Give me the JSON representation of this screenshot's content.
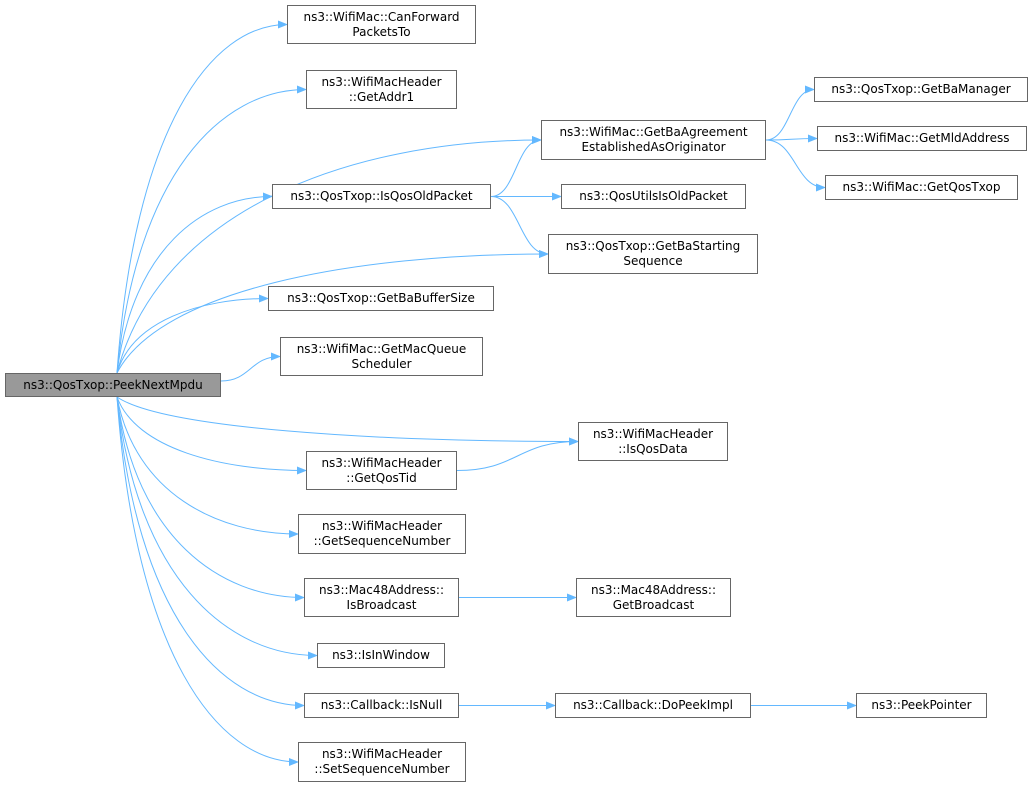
{
  "colors": {
    "edge": "#63b8ff",
    "node_border": "#666666",
    "root_fill": "#999999"
  },
  "nodes": {
    "peek_next_mpdu": [
      "ns3::QosTxop::PeekNextMpdu"
    ],
    "can_forward": [
      "ns3::WifiMac::CanForward",
      "PacketsTo"
    ],
    "get_addr1": [
      "ns3::WifiMacHeader",
      "::GetAddr1"
    ],
    "get_ba_agreement": [
      "ns3::WifiMac::GetBaAgreement",
      "EstablishedAsOriginator"
    ],
    "get_ba_manager": [
      "ns3::QosTxop::GetBaManager"
    ],
    "get_mld_address": [
      "ns3::WifiMac::GetMldAddress"
    ],
    "get_qos_txop": [
      "ns3::WifiMac::GetQosTxop"
    ],
    "is_qos_old_packet": [
      "ns3::QosTxop::IsQosOldPacket"
    ],
    "qos_utils_is_old": [
      "ns3::QosUtilsIsOldPacket"
    ],
    "get_ba_starting": [
      "ns3::QosTxop::GetBaStarting",
      "Sequence"
    ],
    "get_ba_buffer_size": [
      "ns3::QosTxop::GetBaBufferSize"
    ],
    "get_mac_queue": [
      "ns3::WifiMac::GetMacQueue",
      "Scheduler"
    ],
    "is_qos_data": [
      "ns3::WifiMacHeader",
      "::IsQosData"
    ],
    "get_qos_tid": [
      "ns3::WifiMacHeader",
      "::GetQosTid"
    ],
    "get_sequence_number": [
      "ns3::WifiMacHeader",
      "::GetSequenceNumber"
    ],
    "is_broadcast": [
      "ns3::Mac48Address::",
      "IsBroadcast"
    ],
    "get_broadcast": [
      "ns3::Mac48Address::",
      "GetBroadcast"
    ],
    "is_in_window": [
      "ns3::IsInWindow"
    ],
    "callback_is_null": [
      "ns3::Callback::IsNull"
    ],
    "callback_do_peek": [
      "ns3::Callback::DoPeekImpl"
    ],
    "peek_pointer": [
      "ns3::PeekPointer"
    ],
    "set_sequence_number": [
      "ns3::WifiMacHeader",
      "::SetSequenceNumber"
    ]
  },
  "edges": [
    [
      "peek_next_mpdu",
      "can_forward"
    ],
    [
      "peek_next_mpdu",
      "get_addr1"
    ],
    [
      "peek_next_mpdu",
      "get_ba_agreement"
    ],
    [
      "peek_next_mpdu",
      "is_qos_old_packet"
    ],
    [
      "peek_next_mpdu",
      "get_ba_starting"
    ],
    [
      "peek_next_mpdu",
      "get_ba_buffer_size"
    ],
    [
      "peek_next_mpdu",
      "get_mac_queue"
    ],
    [
      "peek_next_mpdu",
      "is_qos_data"
    ],
    [
      "peek_next_mpdu",
      "get_qos_tid"
    ],
    [
      "peek_next_mpdu",
      "get_sequence_number"
    ],
    [
      "peek_next_mpdu",
      "is_broadcast"
    ],
    [
      "peek_next_mpdu",
      "is_in_window"
    ],
    [
      "peek_next_mpdu",
      "callback_is_null"
    ],
    [
      "peek_next_mpdu",
      "set_sequence_number"
    ],
    [
      "get_ba_agreement",
      "get_ba_manager"
    ],
    [
      "get_ba_agreement",
      "get_mld_address"
    ],
    [
      "get_ba_agreement",
      "get_qos_txop"
    ],
    [
      "is_qos_old_packet",
      "get_ba_agreement"
    ],
    [
      "is_qos_old_packet",
      "qos_utils_is_old"
    ],
    [
      "is_qos_old_packet",
      "get_ba_starting"
    ],
    [
      "get_qos_tid",
      "is_qos_data"
    ],
    [
      "is_broadcast",
      "get_broadcast"
    ],
    [
      "callback_is_null",
      "callback_do_peek"
    ],
    [
      "callback_do_peek",
      "peek_pointer"
    ]
  ]
}
